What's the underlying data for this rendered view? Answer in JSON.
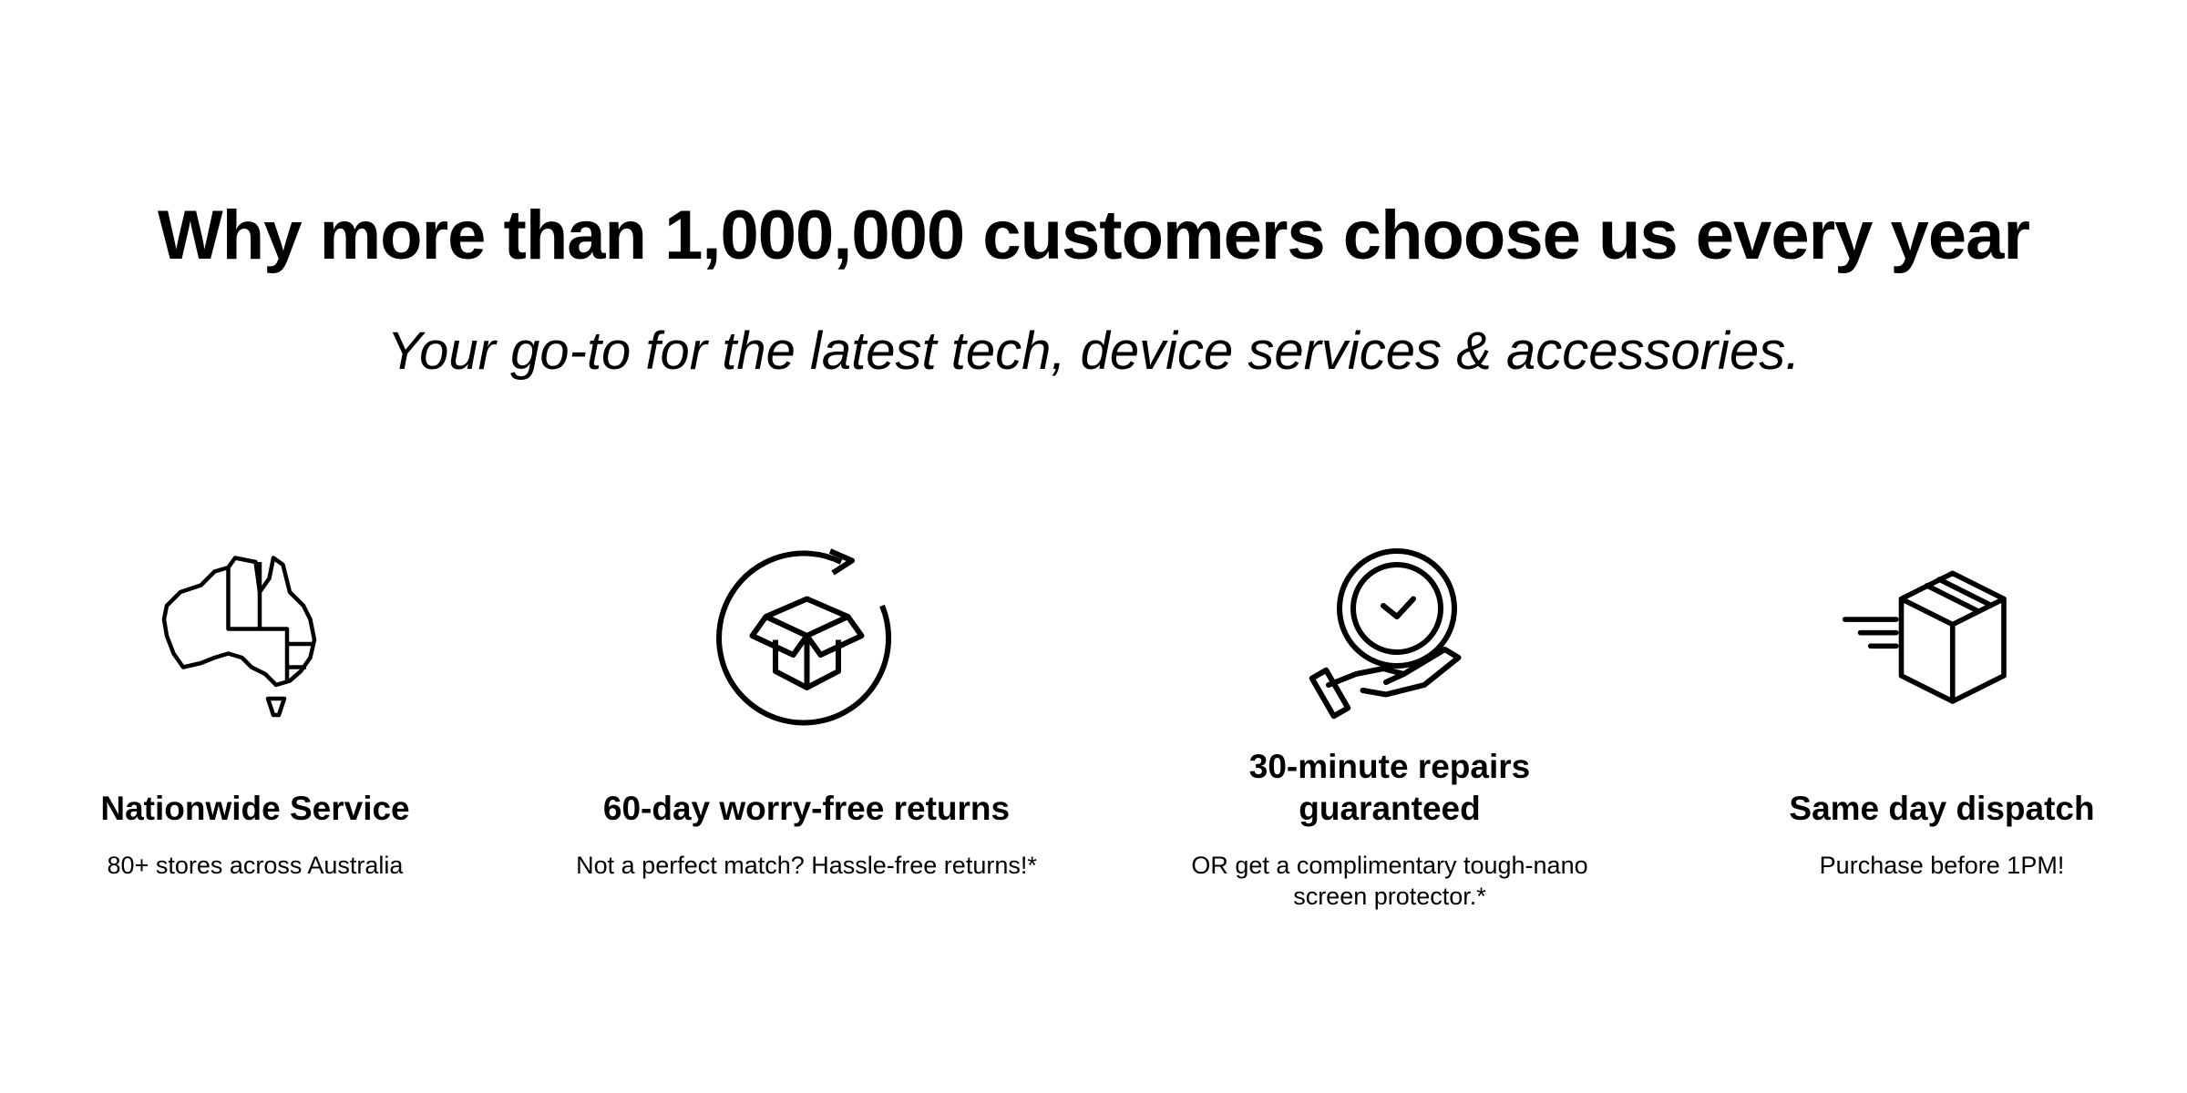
{
  "header": {
    "title": "Why more than 1,000,000 customers choose us every year",
    "subtitle": "Your go-to for the latest tech, device services & accessories."
  },
  "features": [
    {
      "icon": "australia-map-icon",
      "title": "Nationwide Service",
      "description": "80+ stores across Australia"
    },
    {
      "icon": "box-return-icon",
      "title": "60-day worry-free returns",
      "description": "Not a perfect match? Hassle-free returns!*"
    },
    {
      "icon": "clock-hand-icon",
      "title": "30-minute repairs guaranteed",
      "description": "OR get a complimentary tough-nano screen protector.*"
    },
    {
      "icon": "fast-delivery-box-icon",
      "title": "Same day dispatch",
      "description": "Purchase before 1PM!"
    }
  ]
}
